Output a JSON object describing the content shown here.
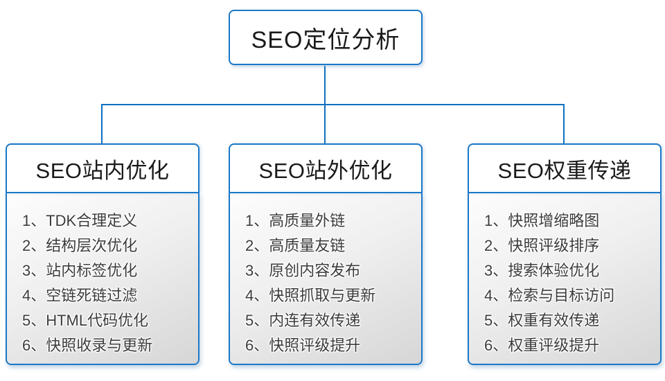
{
  "diagram": {
    "type": "org-tree",
    "accent_color": "#1b78c8",
    "line_color": "#0f6fc0",
    "body_gradient": [
      "#fdfdfd",
      "#d6d6d6"
    ],
    "root": {
      "title": "SEO定位分析"
    },
    "branches": [
      {
        "title": "SEO站内优化",
        "items": [
          "1、TDK合理定义",
          "2、结构层次优化",
          "3、站内标签优化",
          "4、空链死链过滤",
          "5、HTML代码优化",
          "6、快照收录与更新"
        ]
      },
      {
        "title": "SEO站外优化",
        "items": [
          "1、高质量外链",
          "2、高质量友链",
          "3、原创内容发布",
          "4、快照抓取与更新",
          "5、内连有效传递",
          "6、快照评级提升"
        ]
      },
      {
        "title": "SEO权重传递",
        "items": [
          "1、快照增缩略图",
          "2、快照评级排序",
          "3、搜索体验优化",
          "4、检索与目标访问",
          "5、权重有效传递",
          "6、权重评级提升"
        ]
      }
    ]
  }
}
